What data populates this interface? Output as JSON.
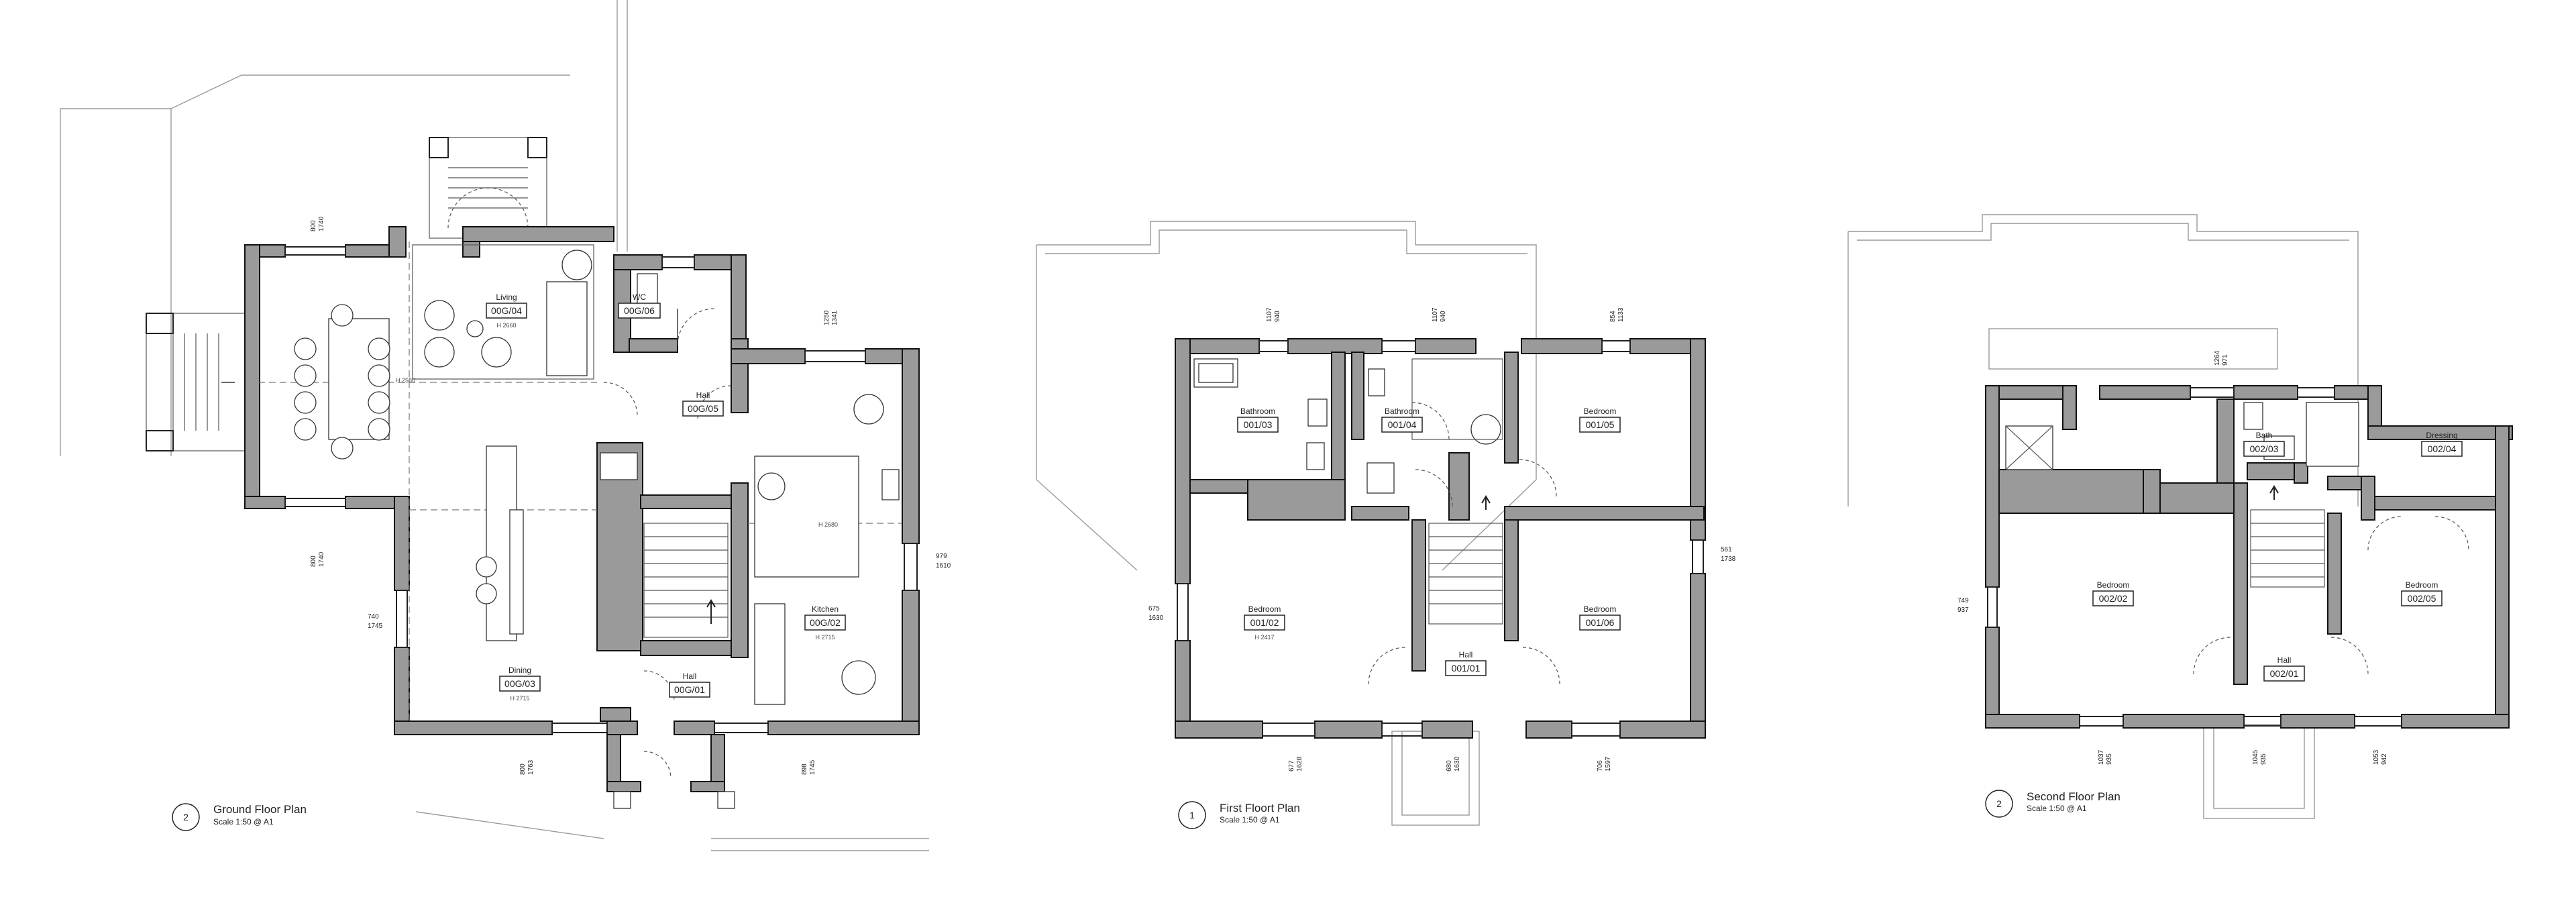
{
  "plans": [
    {
      "title": "Ground Floor Plan",
      "scale": "Scale 1:50 @ A1",
      "number": "2",
      "rooms": [
        {
          "name": "Living",
          "code": "00G/04",
          "note": "H 2660"
        },
        {
          "name": "WC",
          "code": "00G/06",
          "note": ""
        },
        {
          "name": "Hall",
          "code": "00G/05",
          "note": ""
        },
        {
          "name": "Kitchen",
          "code": "00G/02",
          "note": "H 2715"
        },
        {
          "name": "Dining",
          "code": "00G/03",
          "note": "H 2715"
        },
        {
          "name": "Hall",
          "code": "00G/01",
          "note": ""
        }
      ],
      "dims": [
        [
          "800",
          "1740"
        ],
        [
          "800",
          "1740"
        ],
        [
          "1250",
          "1341"
        ],
        [
          "979",
          "1610"
        ],
        [
          "740",
          "1745"
        ],
        [
          "800",
          "1763"
        ],
        [
          "898",
          "1745"
        ]
      ],
      "notes": [
        "H 2580",
        "H 2680"
      ]
    },
    {
      "title": "First Floort Plan",
      "scale": "Scale 1:50 @ A1",
      "number": "1",
      "rooms": [
        {
          "name": "Bathroom",
          "code": "001/03",
          "note": ""
        },
        {
          "name": "Bathroom",
          "code": "001/04",
          "note": ""
        },
        {
          "name": "Bedroom",
          "code": "001/05",
          "note": ""
        },
        {
          "name": "Bedroom",
          "code": "001/02",
          "note": "H 2417"
        },
        {
          "name": "Bedroom",
          "code": "001/06",
          "note": ""
        },
        {
          "name": "Hall",
          "code": "001/01",
          "note": ""
        }
      ],
      "dims": [
        [
          "1107",
          "940"
        ],
        [
          "1107",
          "940"
        ],
        [
          "854",
          "1133"
        ],
        [
          "561",
          "1738"
        ],
        [
          "675",
          "1630"
        ],
        [
          "677",
          "1628"
        ],
        [
          "680",
          "1630"
        ],
        [
          "706",
          "1597"
        ]
      ]
    },
    {
      "title": "Second Floor Plan",
      "scale": "Scale 1:50 @ A1",
      "number": "2",
      "rooms": [
        {
          "name": "Bath",
          "code": "002/03",
          "note": ""
        },
        {
          "name": "Dressing",
          "code": "002/04",
          "note": ""
        },
        {
          "name": "Bedroom",
          "code": "002/02",
          "note": ""
        },
        {
          "name": "Bedroom",
          "code": "002/05",
          "note": ""
        },
        {
          "name": "Hall",
          "code": "002/01",
          "note": ""
        }
      ],
      "dims": [
        [
          "1264",
          "971"
        ],
        [
          "749",
          "937"
        ],
        [
          "1037",
          "935"
        ],
        [
          "1045",
          "935"
        ],
        [
          "1053",
          "942"
        ]
      ]
    }
  ]
}
